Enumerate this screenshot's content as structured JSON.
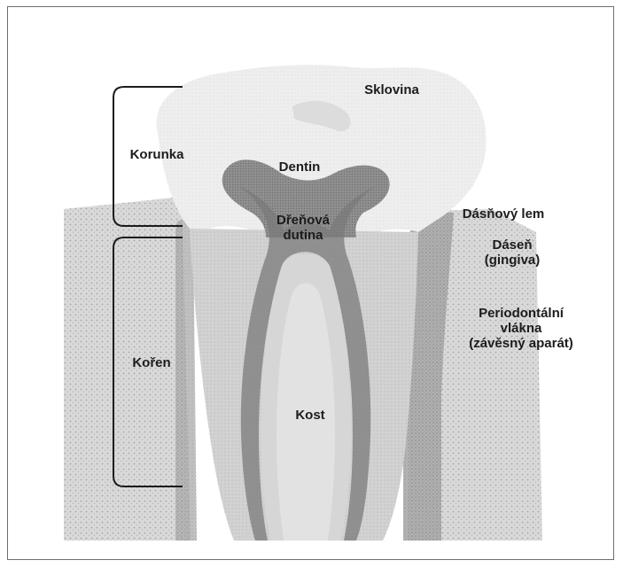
{
  "labels": {
    "sklovina": "Sklovina",
    "korunka": "Korunka",
    "dentin": "Dentin",
    "drenova_dutina": [
      "Dřeňová",
      "dutina"
    ],
    "dasnovy_lem": "Dásňový lem",
    "dasen": [
      "Dáseň",
      "(gingiva)"
    ],
    "periodontalni": [
      "Periodontální",
      "vlákna",
      "(závěsný aparát)"
    ],
    "koren": "Kořen",
    "kost": "Kost"
  }
}
